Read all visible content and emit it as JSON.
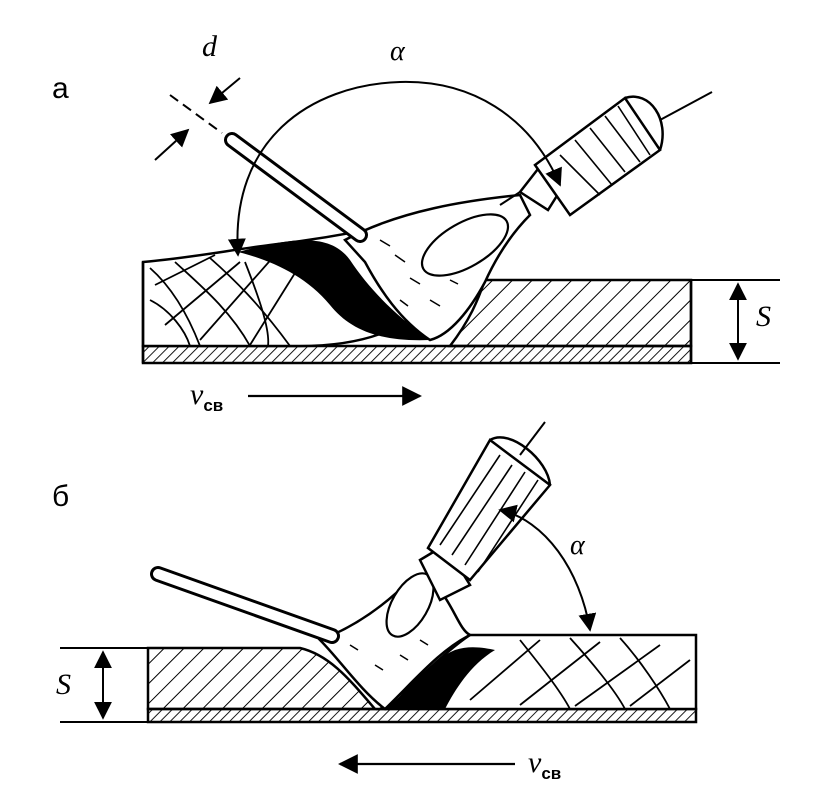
{
  "diagram_a": {
    "panel_label": "а",
    "electrode_diameter_label": "d",
    "angle_label": "α",
    "thickness_label": "S",
    "speed_label": "v",
    "speed_subscript": "св",
    "speed_direction": "right"
  },
  "diagram_b": {
    "panel_label": "б",
    "angle_label": "α",
    "thickness_label": "S",
    "speed_label": "v",
    "speed_subscript": "св",
    "speed_direction": "left"
  },
  "colors": {
    "ink": "#000000",
    "paper": "#ffffff"
  }
}
